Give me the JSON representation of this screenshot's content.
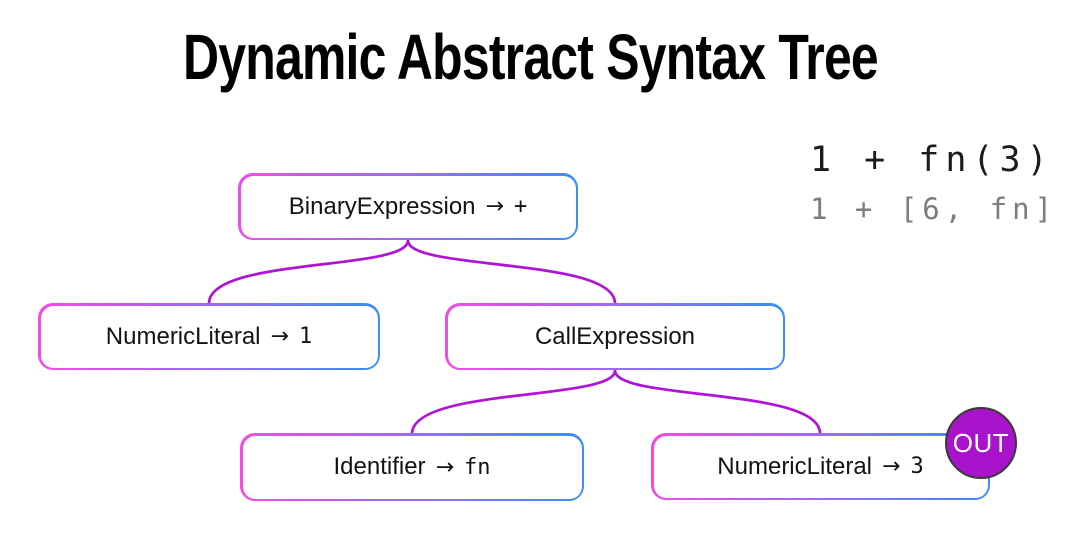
{
  "title": "Dynamic Abstract Syntax Tree",
  "code_panel": {
    "source_code": "1 + fn(3)",
    "evaluated_code": "1 + [6, fn]"
  },
  "tree": {
    "nodes": {
      "binary_expression": {
        "type": "BinaryExpression",
        "arrow": "→",
        "value": "+"
      },
      "numeric_literal_1": {
        "type": "NumericLiteral",
        "arrow": "→",
        "value": "1"
      },
      "call_expression": {
        "type": "CallExpression"
      },
      "identifier_fn": {
        "type": "Identifier",
        "arrow": "→",
        "value": "fn"
      },
      "numeric_literal_3": {
        "type": "NumericLiteral",
        "arrow": "→",
        "value": "3"
      }
    },
    "badge": {
      "label": "OUT"
    }
  },
  "colors": {
    "node_border_gradient_start": "#f04ce2",
    "node_border_gradient_mid": "#9a6cf0",
    "node_border_gradient_end": "#3a8df8",
    "connector": "#b013d6",
    "badge_fill": "#a913cc",
    "badge_border": "#3a3a3a",
    "badge_text": "#ffffff",
    "source_code_text": "#1b1b1b",
    "evaluated_code_text": "#7d7d7d",
    "node_text": "#101318",
    "title_text": "#000000"
  }
}
